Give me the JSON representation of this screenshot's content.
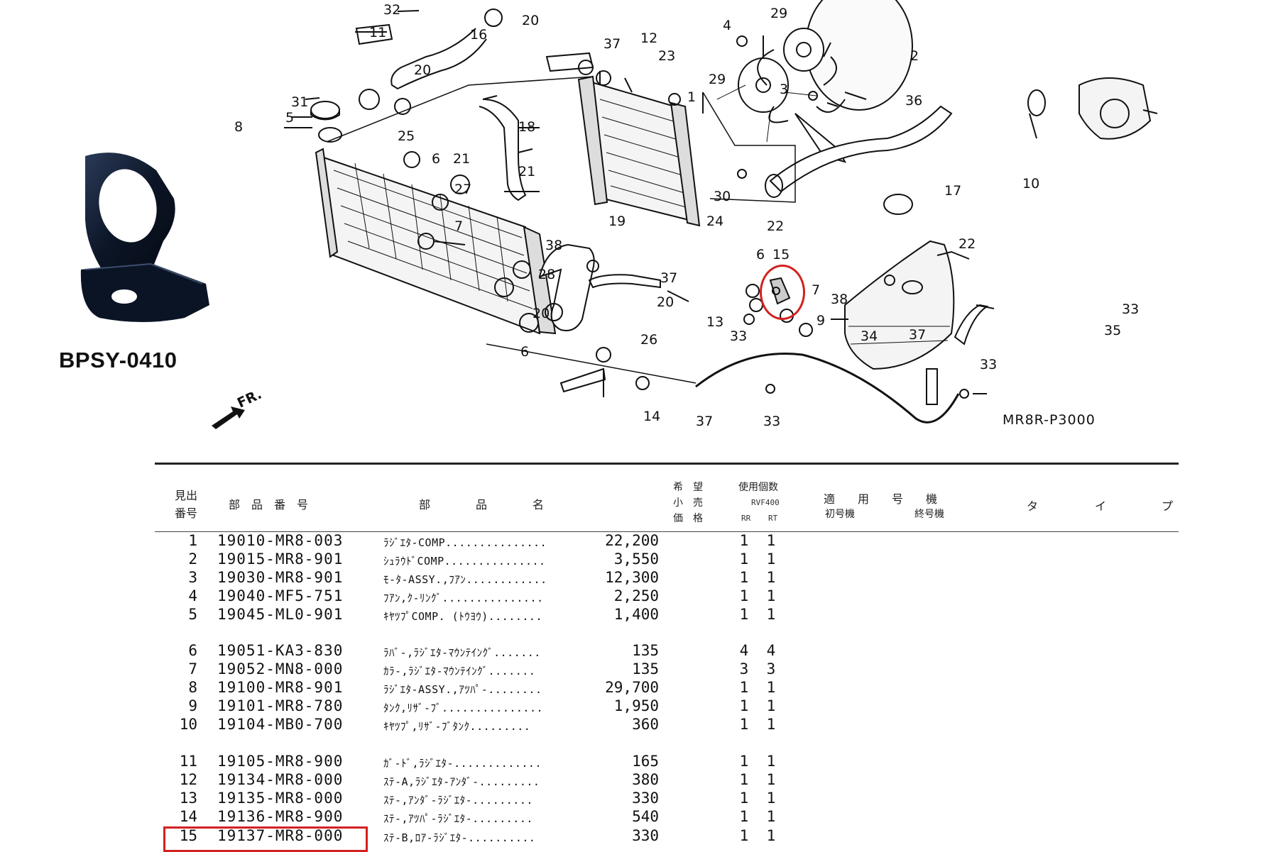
{
  "product": {
    "code": "BPSY-0410"
  },
  "diagram": {
    "catalog_code": "MR8R-P3000",
    "front_label": "FR.",
    "callouts": [
      "32",
      "20",
      "11",
      "16",
      "37",
      "12",
      "23",
      "4",
      "29",
      "2",
      "31",
      "5",
      "20",
      "8",
      "25",
      "18",
      "6",
      "21",
      "1",
      "29",
      "3",
      "36",
      "27",
      "7",
      "21",
      "30",
      "24",
      "22",
      "17",
      "10",
      "38",
      "19",
      "22",
      "28",
      "20",
      "37",
      "13",
      "6",
      "15",
      "7",
      "38",
      "33",
      "9",
      "35",
      "34",
      "20",
      "6",
      "26",
      "37",
      "33",
      "14",
      "37",
      "33",
      "33"
    ],
    "highlight_callout": "15"
  },
  "table": {
    "headers": {
      "ref_no_1": "見出",
      "ref_no_2": "番号",
      "part_no": "部　品　番　号",
      "part_name": "部　　　　品　　　　名",
      "price_1": "希　望",
      "price_2": "小　売",
      "price_3": "価　格",
      "usage": "使用個数",
      "model": "RVF400",
      "rr": "RR",
      "rt": "RT",
      "applicable": "適　　用　　号　　機",
      "first_serial": "初号機",
      "last_serial": "終号機",
      "ta": "タ",
      "i": "イ",
      "pu": "プ"
    },
    "groups": [
      [
        {
          "no": "1",
          "part": "19010-MR8-003",
          "name": "ﾗｼﾞｴﾀ-COMP...............",
          "price": "22,200",
          "rr": "1",
          "rt": "1"
        },
        {
          "no": "2",
          "part": "19015-MR8-901",
          "name": "ｼｭﾗｳﾄﾞCOMP...............",
          "price": "3,550",
          "rr": "1",
          "rt": "1"
        },
        {
          "no": "3",
          "part": "19030-MR8-901",
          "name": "ﾓ-ﾀ-ASSY.,ﾌｱﾝ............",
          "price": "12,300",
          "rr": "1",
          "rt": "1"
        },
        {
          "no": "4",
          "part": "19040-MF5-751",
          "name": "ﾌｱﾝ,ｸ-ﾘﾝｸﾞ...............",
          "price": "2,250",
          "rr": "1",
          "rt": "1"
        },
        {
          "no": "5",
          "part": "19045-ML0-901",
          "name": "ｷﾔﾂﾌﾟCOMP. (ﾄｳﾖｳ)........",
          "price": "1,400",
          "rr": "1",
          "rt": "1"
        }
      ],
      [
        {
          "no": "6",
          "part": "19051-KA3-830",
          "name": "ﾗﾊﾞ-,ﾗｼﾞｴﾀ-ﾏｳﾝﾃｲﾝｸﾞ.......",
          "price": "135",
          "rr": "4",
          "rt": "4"
        },
        {
          "no": "7",
          "part": "19052-MN8-000",
          "name": "ｶﾗ-,ﾗｼﾞｴﾀ-ﾏｳﾝﾃｲﾝｸﾞ.......",
          "price": "135",
          "rr": "3",
          "rt": "3"
        },
        {
          "no": "8",
          "part": "19100-MR8-901",
          "name": "ﾗｼﾞｴﾀ-ASSY.,ｱﾂﾊﾟ-........",
          "price": "29,700",
          "rr": "1",
          "rt": "1"
        },
        {
          "no": "9",
          "part": "19101-MR8-780",
          "name": "ﾀﾝｸ,ﾘｻﾞ-ﾌﾞ...............",
          "price": "1,950",
          "rr": "1",
          "rt": "1"
        },
        {
          "no": "10",
          "part": "19104-MB0-700",
          "name": "ｷﾔﾂﾌﾟ,ﾘｻﾞ-ﾌﾞﾀﾝｸ.........",
          "price": "360",
          "rr": "1",
          "rt": "1"
        }
      ],
      [
        {
          "no": "11",
          "part": "19105-MR8-900",
          "name": "ｶﾞ-ﾄﾞ,ﾗｼﾞｴﾀ-.............",
          "price": "165",
          "rr": "1",
          "rt": "1"
        },
        {
          "no": "12",
          "part": "19134-MR8-000",
          "name": "ｽﾃ-A,ﾗｼﾞｴﾀ-ｱﾝﾀﾞ-.........",
          "price": "380",
          "rr": "1",
          "rt": "1"
        },
        {
          "no": "13",
          "part": "19135-MR8-000",
          "name": "ｽﾃ-,ｱﾝﾀﾞ-ﾗｼﾞｴﾀ-.........",
          "price": "330",
          "rr": "1",
          "rt": "1"
        },
        {
          "no": "14",
          "part": "19136-MR8-900",
          "name": "ｽﾃ-,ｱﾂﾊﾟ-ﾗｼﾞｴﾀ-.........",
          "price": "540",
          "rr": "1",
          "rt": "1"
        },
        {
          "no": "15",
          "part": "19137-MR8-000",
          "name": "ｽﾃ-B,ﾛｱ-ﾗｼﾞｴﾀ-..........",
          "price": "330",
          "rr": "1",
          "rt": "1"
        }
      ]
    ]
  },
  "colors": {
    "highlight": "#d32020",
    "ink": "#111111",
    "product_body": "#0f1a2c"
  }
}
